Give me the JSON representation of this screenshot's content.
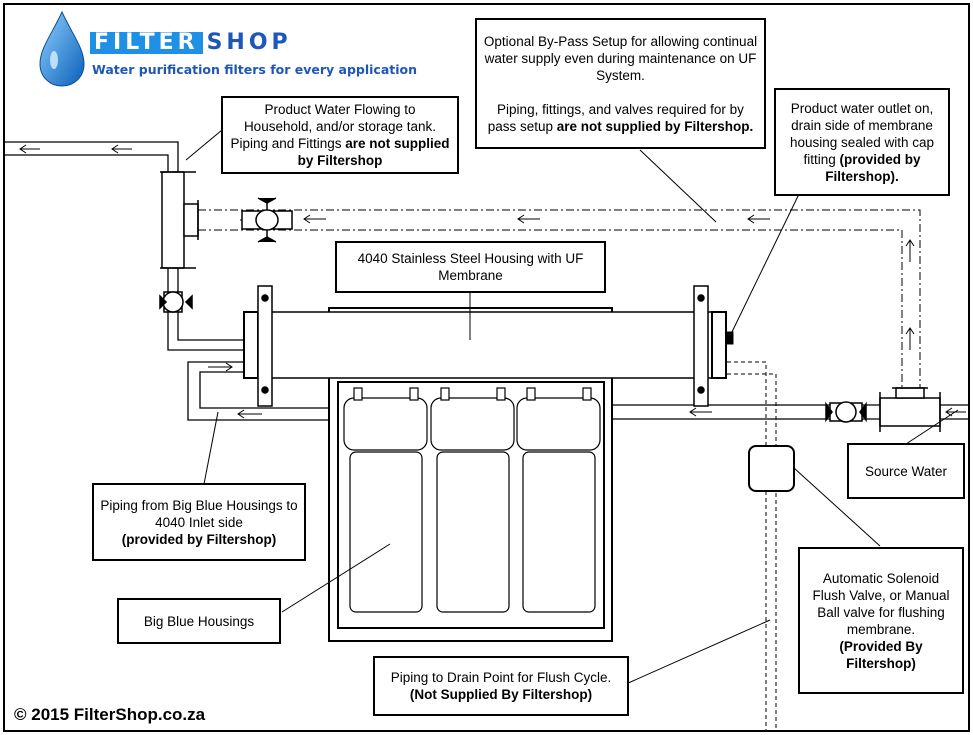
{
  "logo": {
    "word_a": "FILTER",
    "word_b": "SHOP",
    "tagline": "Water purification filters for every application",
    "colors": {
      "drop": "#1e90e6",
      "brand_dark": "#1e57b8"
    }
  },
  "labels": {
    "product_water": {
      "line1": "Product Water Flowing to Household, and/or storage tank. Piping and Fittings ",
      "bold": "are not supplied by Filtershop"
    },
    "bypass": {
      "line1": "Optional By-Pass Setup for allowing continual water supply even during maintenance on UF System.",
      "line2": "Piping, fittings, and valves required for by pass setup ",
      "bold": "are not supplied by Filtershop."
    },
    "outlet": {
      "line1": "Product water outlet on, drain side of membrane housing sealed with cap fitting ",
      "bold": "(provided by Filtershop)."
    },
    "housing": {
      "text": "4040 Stainless Steel Housing with UF Membrane"
    },
    "piping_inlet": {
      "line1": "Piping from Big Blue Housings to 4040 Inlet side",
      "bold": "(provided by Filtershop)"
    },
    "big_blue": {
      "text": "Big Blue Housings"
    },
    "source": {
      "text": "Source Water"
    },
    "solenoid": {
      "line1": "Automatic Solenoid Flush Valve, or Manual Ball valve for flushing membrane.",
      "bold": "(Provided By Filtershop)"
    },
    "drain": {
      "line1": "Piping to Drain Point for Flush Cycle. ",
      "bold": "(Not Supplied By Filtershop)"
    }
  },
  "copyright": "© 2015 FilterShop.co.za"
}
